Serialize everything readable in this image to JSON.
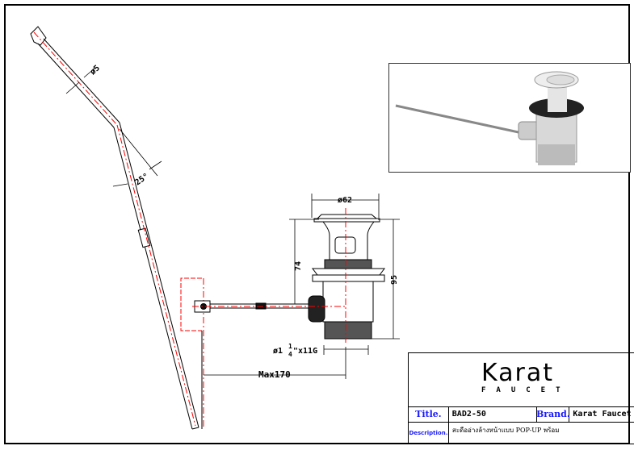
{
  "drawing": {
    "rod_diameter": "ø5",
    "rod_angle": "25°",
    "cap_diameter": "ø62",
    "height_74": "74",
    "height_95": "95",
    "thread_prefix": "ø1",
    "thread_frac_num": "1",
    "thread_frac_den": "4",
    "thread_suffix": "\"x11G",
    "max_length": "Max170"
  },
  "title_block": {
    "logo_main": "Karat",
    "logo_sub": "FAUCET",
    "title_label": "Title.",
    "title_value": "BAD2-50",
    "brand_label": "Brand.",
    "brand_value": "Karat Faucet",
    "description_label": "Description.",
    "description_value": "สะดืออ่างล้างหน้าแบบ POP-UP พร้อม"
  },
  "colors": {
    "center_line": "#ff0000",
    "label_blue": "#1a1aff"
  }
}
